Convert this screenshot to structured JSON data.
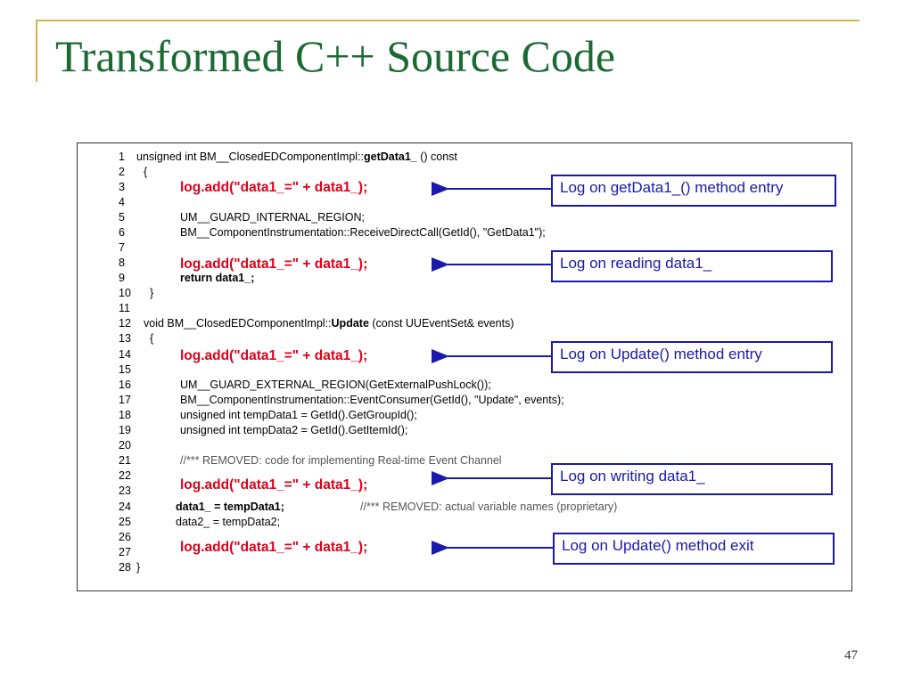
{
  "slide": {
    "title": "Transformed C++ Source Code",
    "page_number": "47"
  },
  "code": {
    "line1": {
      "num": "1",
      "pre": "unsigned int BM__ClosedEDComponentImpl::",
      "bold": "getData1_",
      "post": " () const"
    },
    "line2": {
      "num": "2",
      "text": "{"
    },
    "line3": {
      "num": "3"
    },
    "line4": {
      "num": "4"
    },
    "line5": {
      "num": "5",
      "text": "UM__GUARD_INTERNAL_REGION;"
    },
    "line6": {
      "num": "6",
      "text": "BM__ComponentInstrumentation::ReceiveDirectCall(GetId(), \"GetData1\");"
    },
    "line7": {
      "num": "7"
    },
    "line8": {
      "num": "8"
    },
    "line9": {
      "num": "9",
      "bold": "return data1_;"
    },
    "line10": {
      "num": "10",
      "text": "}"
    },
    "line11": {
      "num": "11"
    },
    "line12": {
      "num": "12",
      "pre": "void BM__ClosedEDComponentImpl::",
      "bold": "Update",
      "post": " (const UUEventSet& events)"
    },
    "line13": {
      "num": "13",
      "text": "{"
    },
    "line14": {
      "num": "14"
    },
    "line15": {
      "num": "15"
    },
    "line16": {
      "num": "16",
      "text": "UM__GUARD_EXTERNAL_REGION(GetExternalPushLock());"
    },
    "line17": {
      "num": "17",
      "text": "BM__ComponentInstrumentation::EventConsumer(GetId(), \"Update\", events);"
    },
    "line18": {
      "num": "18",
      "text": "unsigned int tempData1 = GetId().GetGroupId();"
    },
    "line19": {
      "num": "19",
      "text": "unsigned int tempData2 = GetId().GetItemId();"
    },
    "line20": {
      "num": "20"
    },
    "line21": {
      "num": "21",
      "text": "//*** REMOVED: code for implementing Real-time Event Channel"
    },
    "line22": {
      "num": "22"
    },
    "line23": {
      "num": "23"
    },
    "line24": {
      "num": "24",
      "bold": "data1_ = tempData1;",
      "comment": "//*** REMOVED: actual variable names (proprietary)"
    },
    "line25": {
      "num": "25",
      "text": "data2_ = tempData2;"
    },
    "line26": {
      "num": "26"
    },
    "line27": {
      "num": "27"
    },
    "line28": {
      "num": "28",
      "text": "}"
    },
    "log_statement": "log.add(\"data1_=\" + data1_);"
  },
  "callouts": {
    "c1": "Log on getData1_() method entry",
    "c2": "Log on reading data1_",
    "c3": "Log on Update() method entry",
    "c4": "Log on writing data1_",
    "c5": "Log on Update() method exit"
  },
  "colors": {
    "title": "#1a6a32",
    "accent_rule": "#d4b04a",
    "log_text": "#e0001a",
    "callout": "#1a1aaa"
  }
}
